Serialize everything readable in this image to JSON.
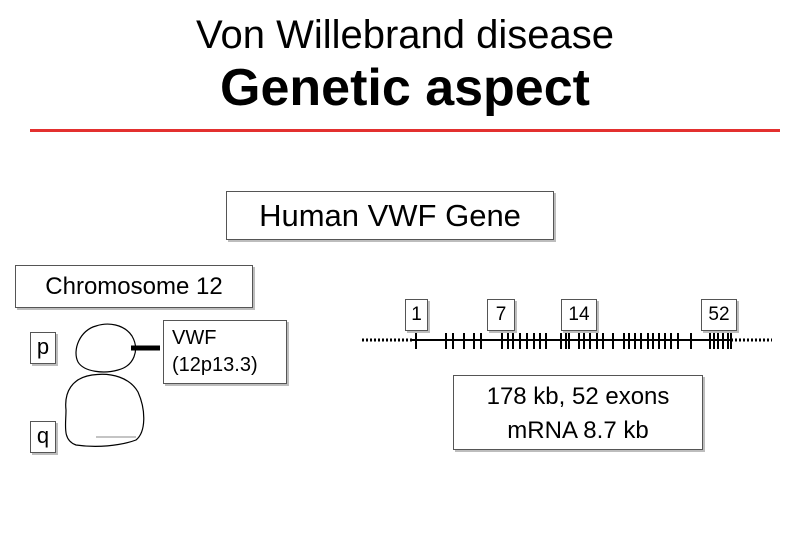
{
  "slide": {
    "title_line1": "Von Willebrand disease",
    "title_line2": "Genetic aspect",
    "accent_color": "#e3302f"
  },
  "gene_box": {
    "label": "Human VWF Gene"
  },
  "chromosome": {
    "label": "Chromosome 12",
    "arm_p": "p",
    "arm_q": "q",
    "locus_line1": "VWF",
    "locus_line2": "(12p13.3)"
  },
  "gene_map": {
    "exon_labels": [
      "1",
      "7",
      "14",
      "52"
    ],
    "info_line1": "178 kb, 52 exons",
    "info_line2": "mRNA 8.7 kb"
  }
}
